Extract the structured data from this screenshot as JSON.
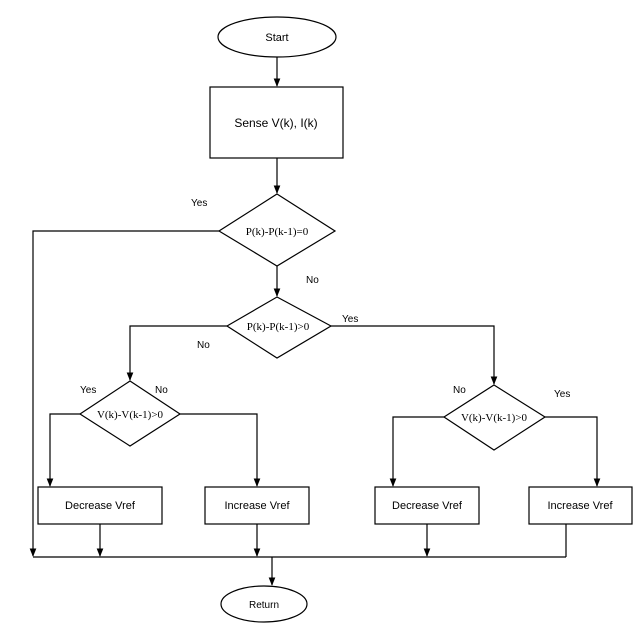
{
  "colors": {
    "stroke": "#000000",
    "background": "#ffffff"
  },
  "nodes": {
    "start": "Start",
    "sense": "Sense V(k), I(k)",
    "decision_power_equal": "P(k)-P(k-1)=0",
    "decision_power_greater": "P(k)-P(k-1)>0",
    "decision_voltage_left": "V(k)-V(k-1)>0",
    "decision_voltage_right": "V(k)-V(k-1)>0",
    "decrease_vref_left": "Decrease Vref",
    "increase_vref_left": "Increase Vref",
    "decrease_vref_right": "Decrease Vref",
    "increase_vref_right": "Increase Vref",
    "return": "Return"
  },
  "edge_labels": {
    "power_equal_yes": "Yes",
    "power_equal_no": "No",
    "power_greater_yes": "Yes",
    "power_greater_no": "No",
    "voltage_left_yes": "Yes",
    "voltage_left_no": "No",
    "voltage_right_no": "No",
    "voltage_right_yes": "Yes"
  }
}
